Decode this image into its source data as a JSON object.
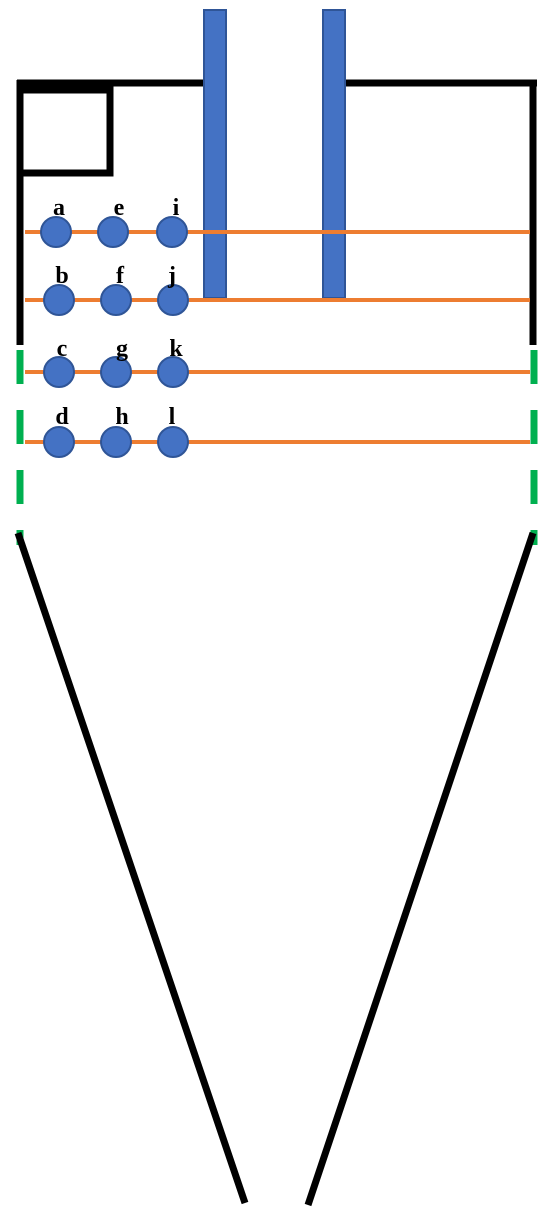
{
  "colors": {
    "wall": "#000000",
    "tube": "#4472C4",
    "tube_edge": "#2F5597",
    "line": "#ED7D31",
    "dashed_wall": "#00B050",
    "point": "#4472C4",
    "point_edge": "#2F5597",
    "background": "#FFFFFF"
  },
  "labels": {
    "a": "a",
    "b": "b",
    "c": "c",
    "d": "d",
    "e": "e",
    "f": "f",
    "g": "g",
    "h": "h",
    "i": "i",
    "j": "j",
    "k": "k",
    "l": "l"
  },
  "points": [
    {
      "id": "a",
      "row": 1,
      "col": 1
    },
    {
      "id": "b",
      "row": 2,
      "col": 1
    },
    {
      "id": "c",
      "row": 3,
      "col": 1
    },
    {
      "id": "d",
      "row": 4,
      "col": 1
    },
    {
      "id": "e",
      "row": 1,
      "col": 2
    },
    {
      "id": "f",
      "row": 2,
      "col": 2
    },
    {
      "id": "g",
      "row": 3,
      "col": 2
    },
    {
      "id": "h",
      "row": 4,
      "col": 2
    },
    {
      "id": "i",
      "row": 1,
      "col": 3
    },
    {
      "id": "j",
      "row": 2,
      "col": 3
    },
    {
      "id": "k",
      "row": 3,
      "col": 3
    },
    {
      "id": "l",
      "row": 4,
      "col": 3
    }
  ]
}
